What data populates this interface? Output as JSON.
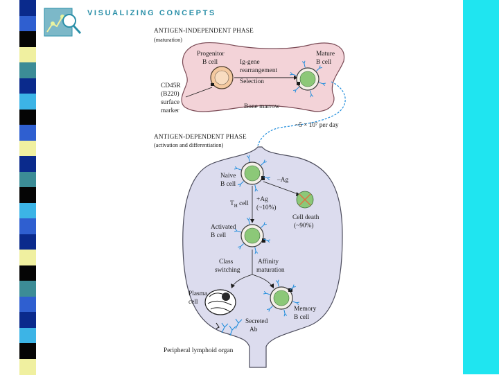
{
  "header": {
    "brand": "VISUALIZING CONCEPTS"
  },
  "phases": {
    "independent": {
      "title": "ANTIGEN-INDEPENDENT PHASE",
      "subtitle": "(maturation)"
    },
    "dependent": {
      "title": "ANTIGEN-DEPENDENT PHASE",
      "subtitle": "(activation and differentiation)"
    }
  },
  "bone_marrow": {
    "progenitor_line1": "Progenitor",
    "progenitor_line2": "B cell",
    "ig_line1": "Ig-gene",
    "ig_line2": "rearrangement",
    "selection": "Selection",
    "mature_line1": "Mature",
    "mature_line2": "B cell",
    "marker_line1": "CD45R",
    "marker_line2": "(B220)",
    "marker_line3": "surface",
    "marker_line4": "marker",
    "label": "Bone marrow",
    "rate": "~5 × 10⁷ per day"
  },
  "lymphoid": {
    "naive_line1": "Naive",
    "naive_line2": "B cell",
    "ag": "–Ag",
    "th_main": "T",
    "th_sub": "H",
    "th_rest": " cell",
    "plus_ag_line1": "+Ag",
    "plus_ag_line2": "(~10%)",
    "death_line1": "Cell death",
    "death_line2": "(~90%)",
    "activated_line1": "Activated",
    "activated_line2": "B cell",
    "class_line1": "Class",
    "class_line2": "switching",
    "affinity_line1": "Affinity",
    "affinity_line2": "maturation",
    "plasma_line1": "Plasma",
    "plasma_line2": "cell",
    "memory_line1": "Memory",
    "memory_line2": "B cell",
    "secreted_line1": "Secreted",
    "secreted_line2": "Ab",
    "organ": "Peripheral lymphoid organ"
  },
  "colors": {
    "stripe_navy": "#0a2a8c",
    "stripe_blue": "#2f5fd0",
    "stripe_black": "#050505",
    "stripe_cream": "#f0f0a0",
    "stripe_teal": "#3c8c96",
    "stripe_sky": "#3cb4e6",
    "cyan_bar": "#1fe5f0",
    "bone_marrow_fill": "#f3d3d8",
    "lymphoid_fill": "#dcdcee",
    "cell_green": "#8cc878",
    "antibody_blue": "#1e8cdc",
    "progenitor_fill": "#f4c9a0"
  }
}
